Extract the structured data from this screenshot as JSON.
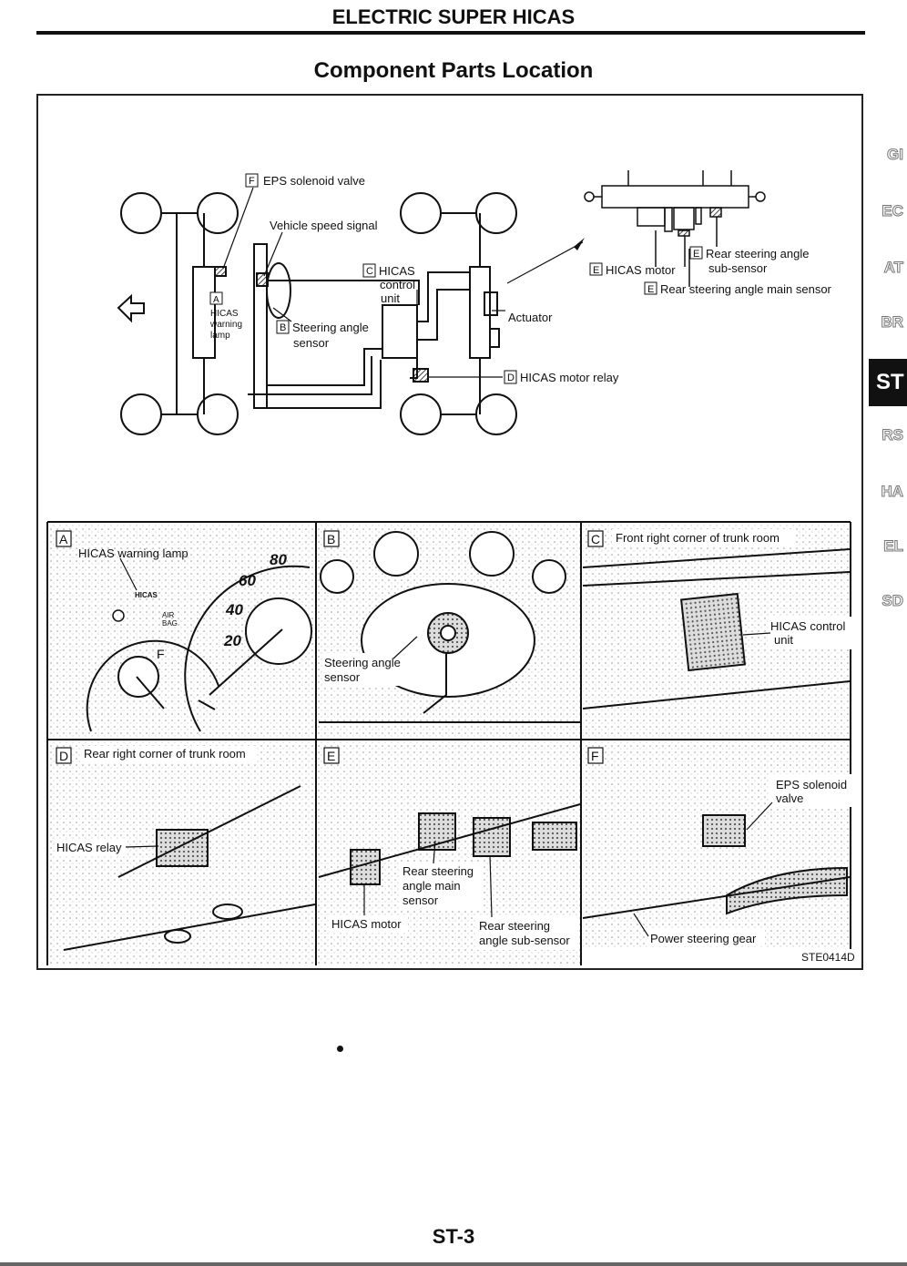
{
  "header": {
    "title": "ELECTRIC SUPER HICAS"
  },
  "section": {
    "title": "Component Parts Location"
  },
  "overview": {
    "labels": {
      "eps_solenoid_key": "F",
      "eps_solenoid": "EPS solenoid valve",
      "vehicle_speed_signal": "Vehicle speed signal",
      "hicas_warning_lamp_key": "A",
      "hicas_warning_lamp_1": "HICAS",
      "hicas_warning_lamp_2": "warning",
      "hicas_warning_lamp_3": "lamp",
      "steering_sensor_key": "B",
      "steering_sensor_1": "Steering angle",
      "steering_sensor_2": "sensor",
      "control_unit_key": "C",
      "control_unit_1": "HICAS",
      "control_unit_2": "control",
      "control_unit_3": "unit",
      "actuator": "Actuator",
      "motor_relay_key": "D",
      "motor_relay": "HICAS motor relay",
      "hicas_motor_key": "E",
      "hicas_motor": "HICAS motor",
      "rear_sub_sensor_key": "E",
      "rear_sub_sensor_1": "Rear steering angle",
      "rear_sub_sensor_2": "sub-sensor",
      "rear_main_sensor_key": "E",
      "rear_main_sensor": "Rear steering angle main sensor"
    }
  },
  "panels": {
    "a": {
      "key": "A",
      "callout": "HICAS warning lamp",
      "gauge": [
        "80",
        "60",
        "40",
        "20"
      ],
      "lamp_text": "HICAS",
      "airbag_1": "AIR",
      "airbag_2": "BAG",
      "fuel": "F"
    },
    "b": {
      "key": "B",
      "callout_1": "Steering angle",
      "callout_2": "sensor"
    },
    "c": {
      "key": "C",
      "title": "Front right corner of trunk room",
      "callout_1": "HICAS control",
      "callout_2": "unit"
    },
    "d": {
      "key": "D",
      "title": "Rear right corner of trunk room",
      "callout": "HICAS relay"
    },
    "e": {
      "key": "E",
      "main_1": "Rear steering",
      "main_2": "angle main",
      "main_3": "sensor",
      "motor": "HICAS motor",
      "sub_1": "Rear steering",
      "sub_2": "angle sub-sensor"
    },
    "f": {
      "key": "F",
      "eps_1": "EPS solenoid",
      "eps_2": "valve",
      "gear": "Power steering gear"
    }
  },
  "figure_code": "STE0414D",
  "side_tabs": [
    "GI",
    "EC",
    "AT",
    "BR",
    "ST",
    "RS",
    "HA",
    "EL",
    "SD"
  ],
  "active_tab": "ST",
  "page_number": "ST-3"
}
